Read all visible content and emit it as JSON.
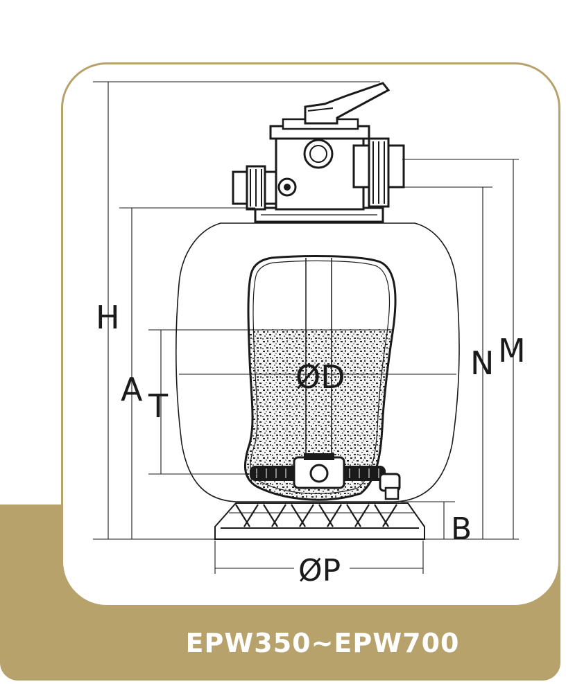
{
  "labels": {
    "H": "H",
    "A": "A",
    "T": "T",
    "N": "N",
    "M": "M",
    "B": "B",
    "D": "ØD",
    "P": "ØP"
  },
  "model_range": "EPW350~EPW700",
  "colors": {
    "frame": "#b8a26c",
    "line": "#1a1a1a",
    "caption_text": "#ffffff"
  }
}
